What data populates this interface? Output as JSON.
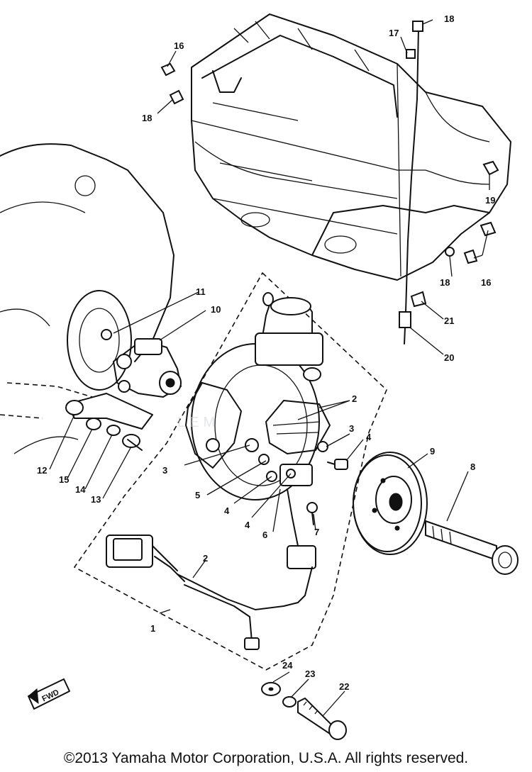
{
  "callouts": {
    "c1": "1",
    "c2a": "2",
    "c2b": "2",
    "c3a": "3",
    "c3b": "3",
    "c4a": "4",
    "c4b": "4",
    "c4c": "4",
    "c5": "5",
    "c6": "6",
    "c7": "7",
    "c8": "8",
    "c9": "9",
    "c10": "10",
    "c11": "11",
    "c12": "12",
    "c13": "13",
    "c14": "14",
    "c15": "15",
    "c16a": "16",
    "c16b": "16",
    "c17": "17",
    "c18a": "18",
    "c18b": "18",
    "c18c": "18",
    "c19": "19",
    "c20": "20",
    "c21": "21",
    "c22": "22",
    "c23": "23",
    "c24": "24"
  },
  "watermark": "LEM",
  "copyright": "©2013 Yamaha Motor Corporation, U.S.A. All rights reserved.",
  "badge": {
    "text": "FWD"
  }
}
